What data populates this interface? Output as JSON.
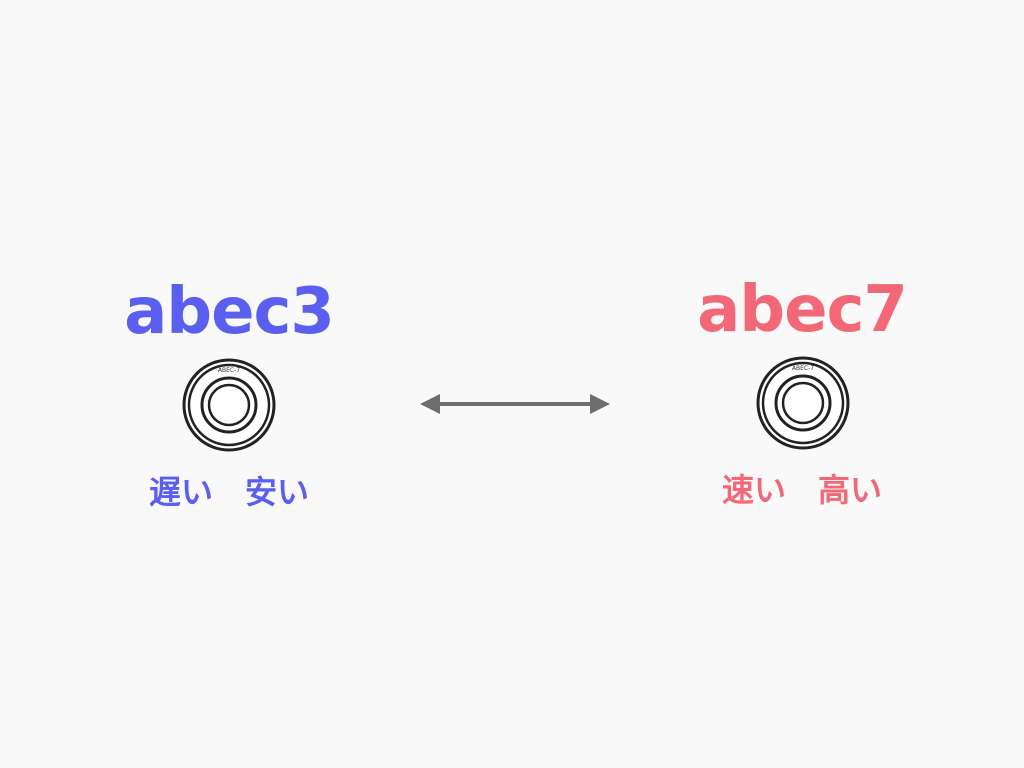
{
  "left": {
    "title": "abec3",
    "caption": "遅い　安い",
    "color": "#5a5ff0",
    "bearing_marking": "ABEC-7"
  },
  "right": {
    "title": "abec7",
    "caption": "速い　高い",
    "color": "#f26877",
    "bearing_marking": "ABEC-7"
  },
  "arrow": {
    "type": "double-headed",
    "color": "#6e6e6e"
  }
}
